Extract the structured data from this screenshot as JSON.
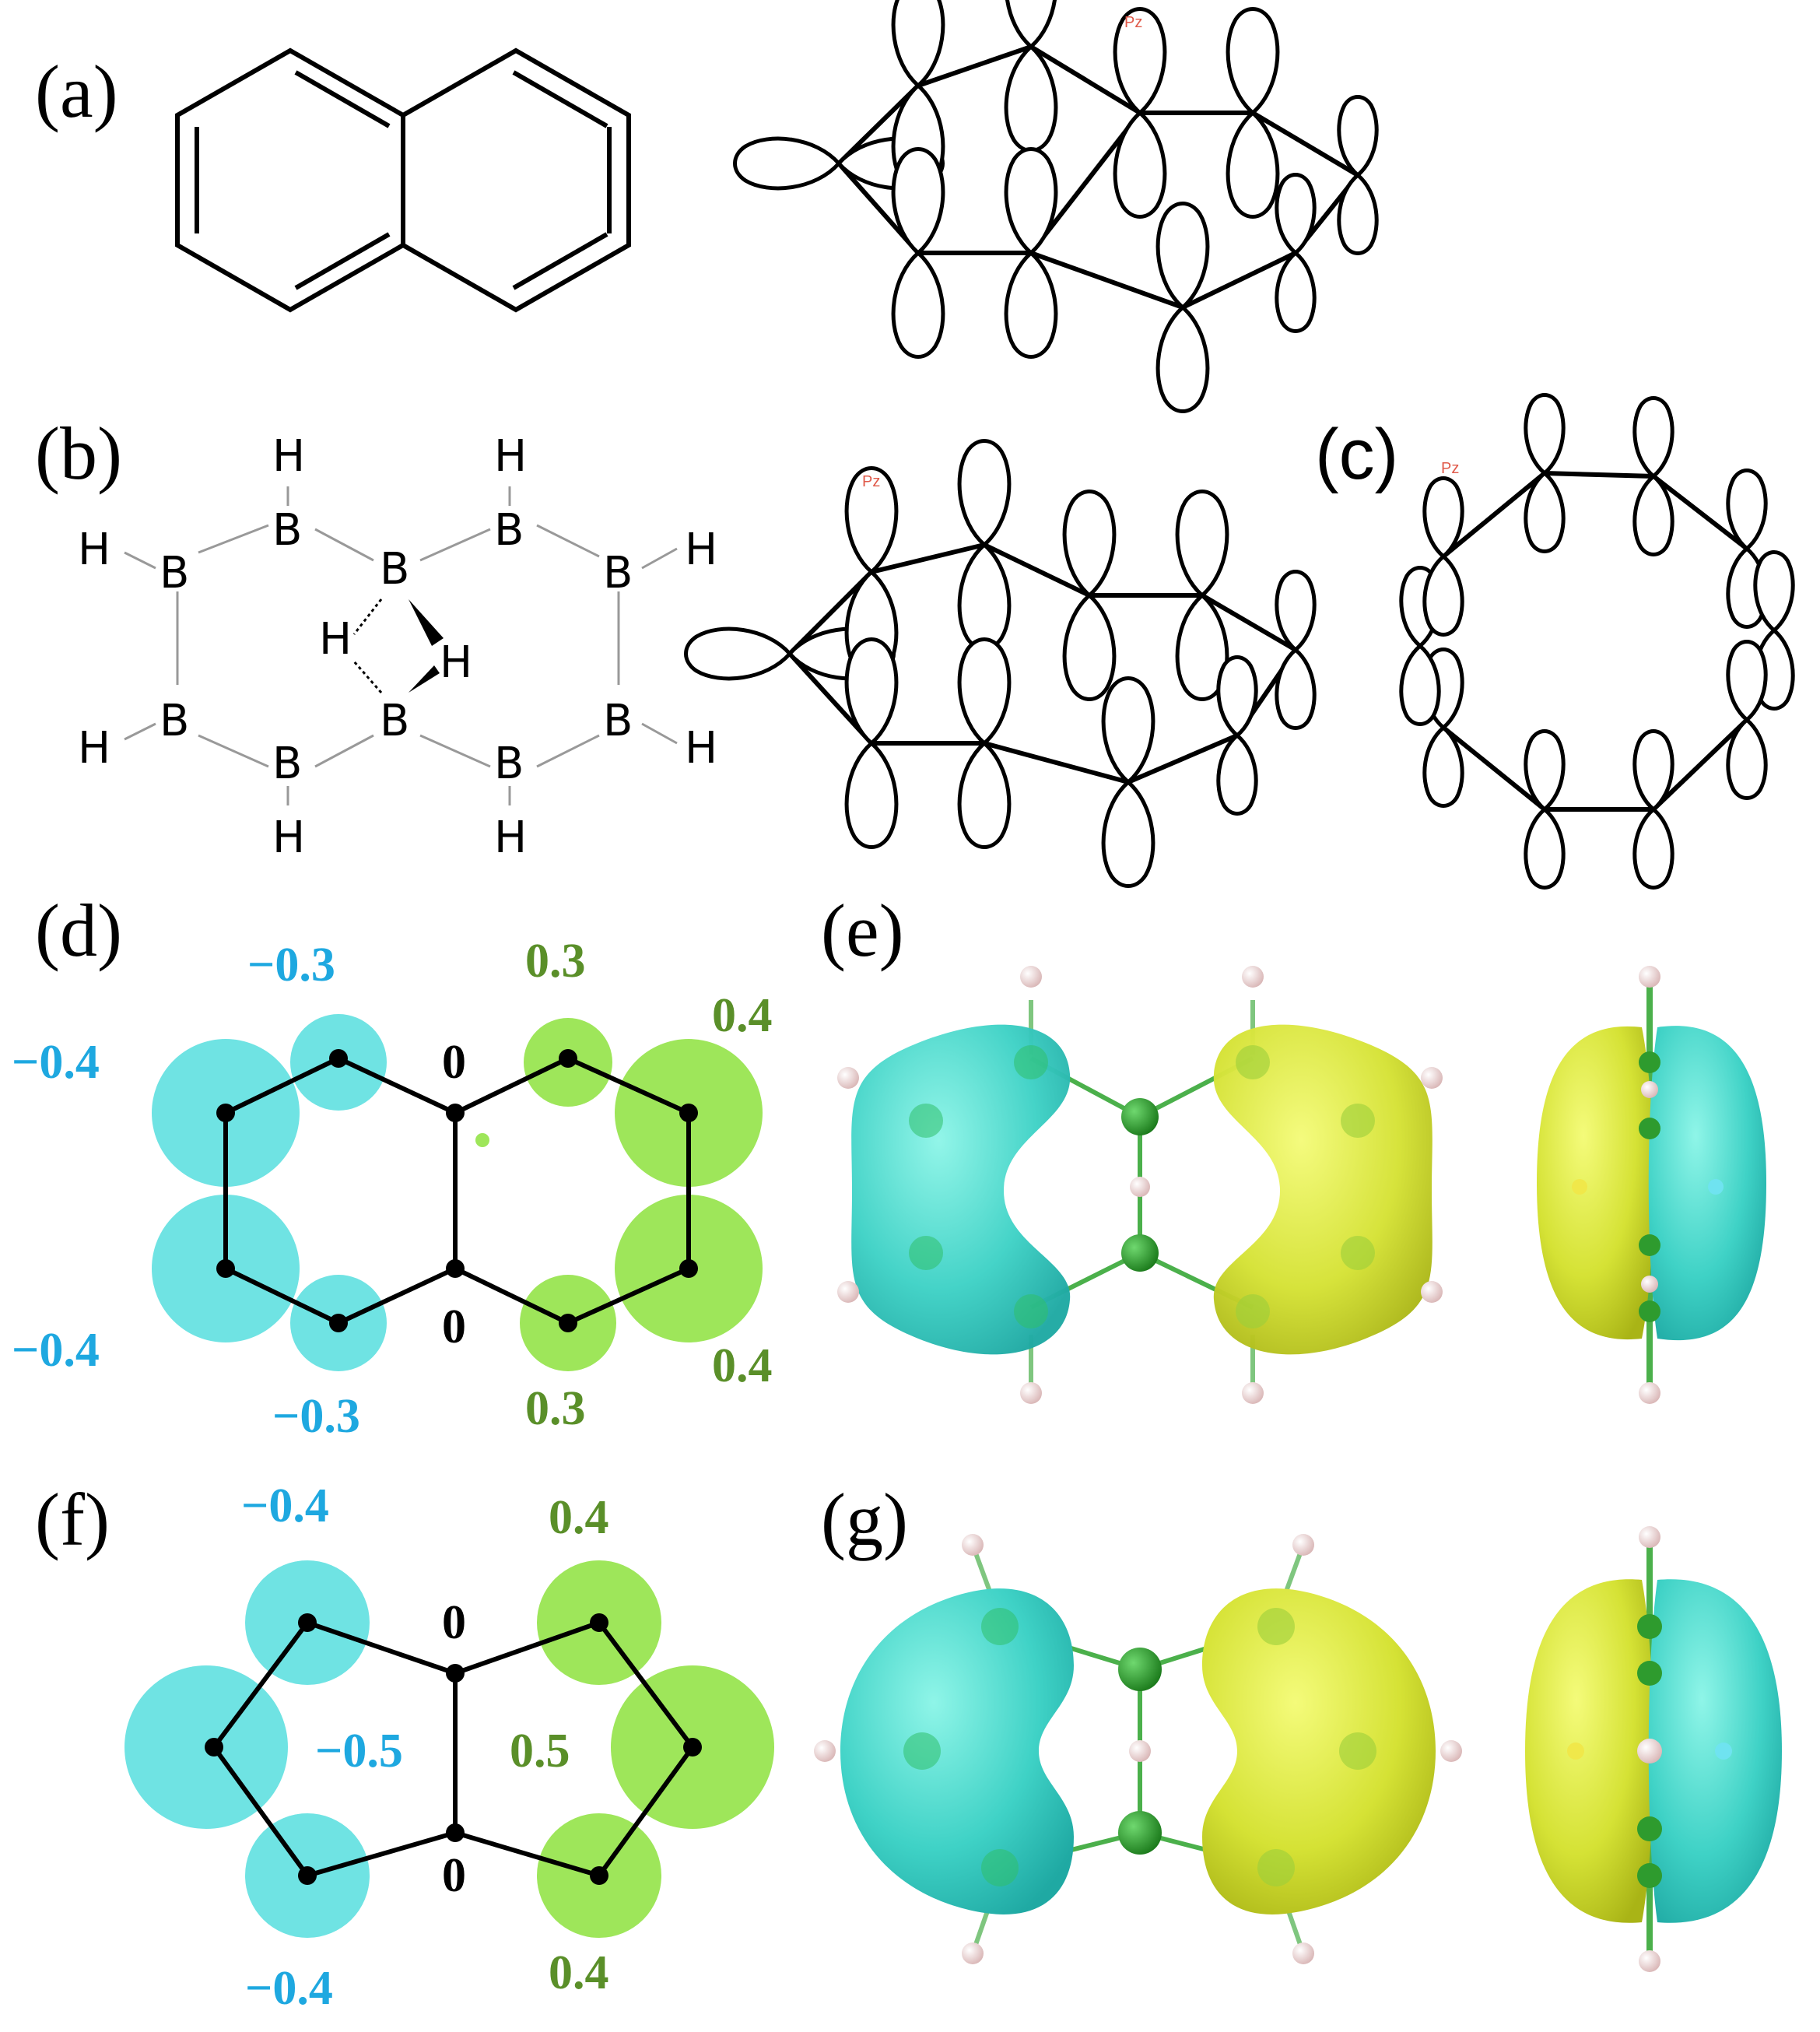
{
  "panels": {
    "a": {
      "label": "(a)",
      "pz": "Pz"
    },
    "b": {
      "label": "(b)",
      "pz": "Pz",
      "atoms": {
        "boron": "B",
        "hydrogen": "H"
      }
    },
    "c": {
      "label": "(c)",
      "pz": "Pz"
    },
    "d": {
      "label": "(d)",
      "coefficients": [
        "−0.3",
        "0.3",
        "−0.4",
        "0.4",
        "0",
        "0",
        "−0.4",
        "0.4",
        "−0.3",
        "0.3"
      ]
    },
    "e": {
      "label": "(e)"
    },
    "f": {
      "label": "(f)",
      "coefficients": [
        "−0.4",
        "0.4",
        "0",
        "−0.5",
        "0.5",
        "0",
        "−0.4",
        "0.4"
      ]
    },
    "g": {
      "label": "(g)"
    }
  },
  "colors": {
    "negative": "#6fe3e3",
    "positive": "#9ee65a",
    "negative_text": "#1ea8e0",
    "positive_text": "#5a8f29",
    "iso_cyan": "#45d8c8",
    "iso_yellow": "#d9e83a"
  }
}
